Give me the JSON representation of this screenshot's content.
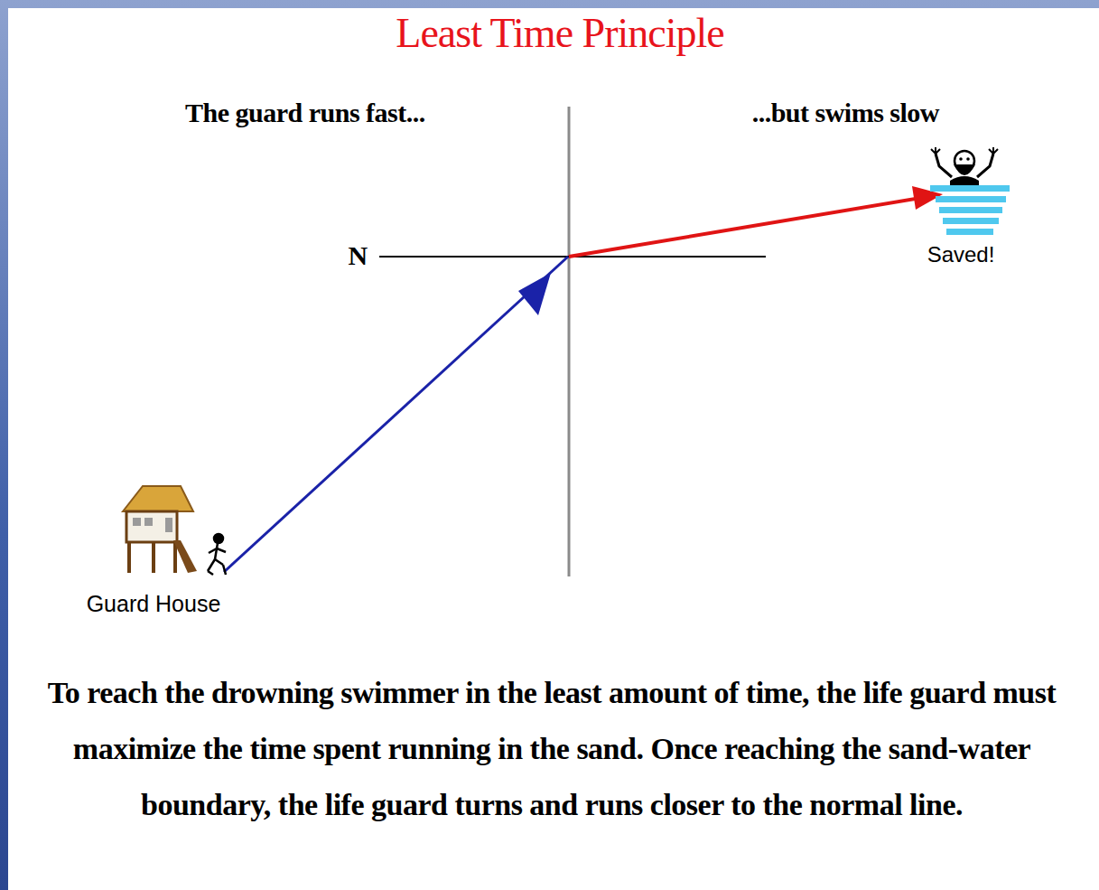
{
  "diagram": {
    "title": "Least Time Principle",
    "caption": "To reach the drowning swimmer in the least amount of time, the life guard must maximize the time spent running in the sand. Once reaching the sand-water boundary, the life guard turns and runs closer to the normal line.",
    "labels": [
      "The guard runs fast...",
      "...but swims slow",
      "N",
      "Guard House",
      "Saved!"
    ]
  }
}
